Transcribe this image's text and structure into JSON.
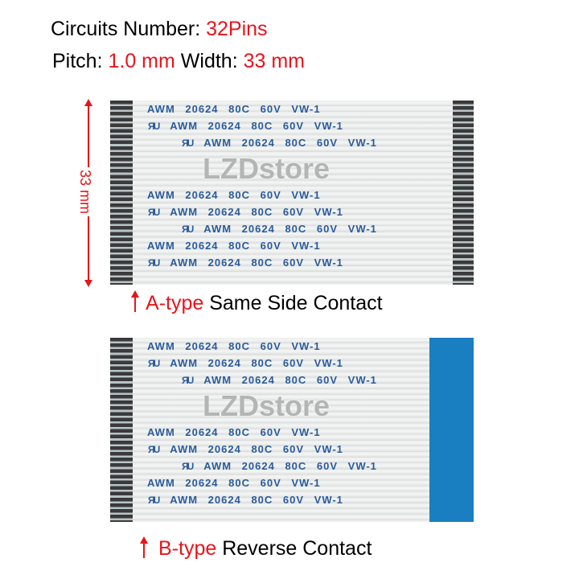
{
  "header": {
    "line1_label": "Circuits Number: ",
    "line1_value": "32Pins",
    "line2_pitch_label": "Pitch: ",
    "line2_pitch_value": "1.0 mm",
    "line2_width_label": " Width: ",
    "line2_width_value": "33 mm"
  },
  "dimension": {
    "width_label": "33 mm"
  },
  "cable_print": {
    "text": "AWM 20624 80C 60V VW-1",
    "ul_mark": "ЯU",
    "watermark": "LZDstore"
  },
  "type_a": {
    "type": "A-type",
    "description": " Same Side Contact"
  },
  "type_b": {
    "type": "B-type",
    "description": " Reverse Contact"
  },
  "colors": {
    "accent_red": "#e8141b",
    "print_blue": "#2a5b9a",
    "stiffener_blue": "#1a7fc0"
  }
}
